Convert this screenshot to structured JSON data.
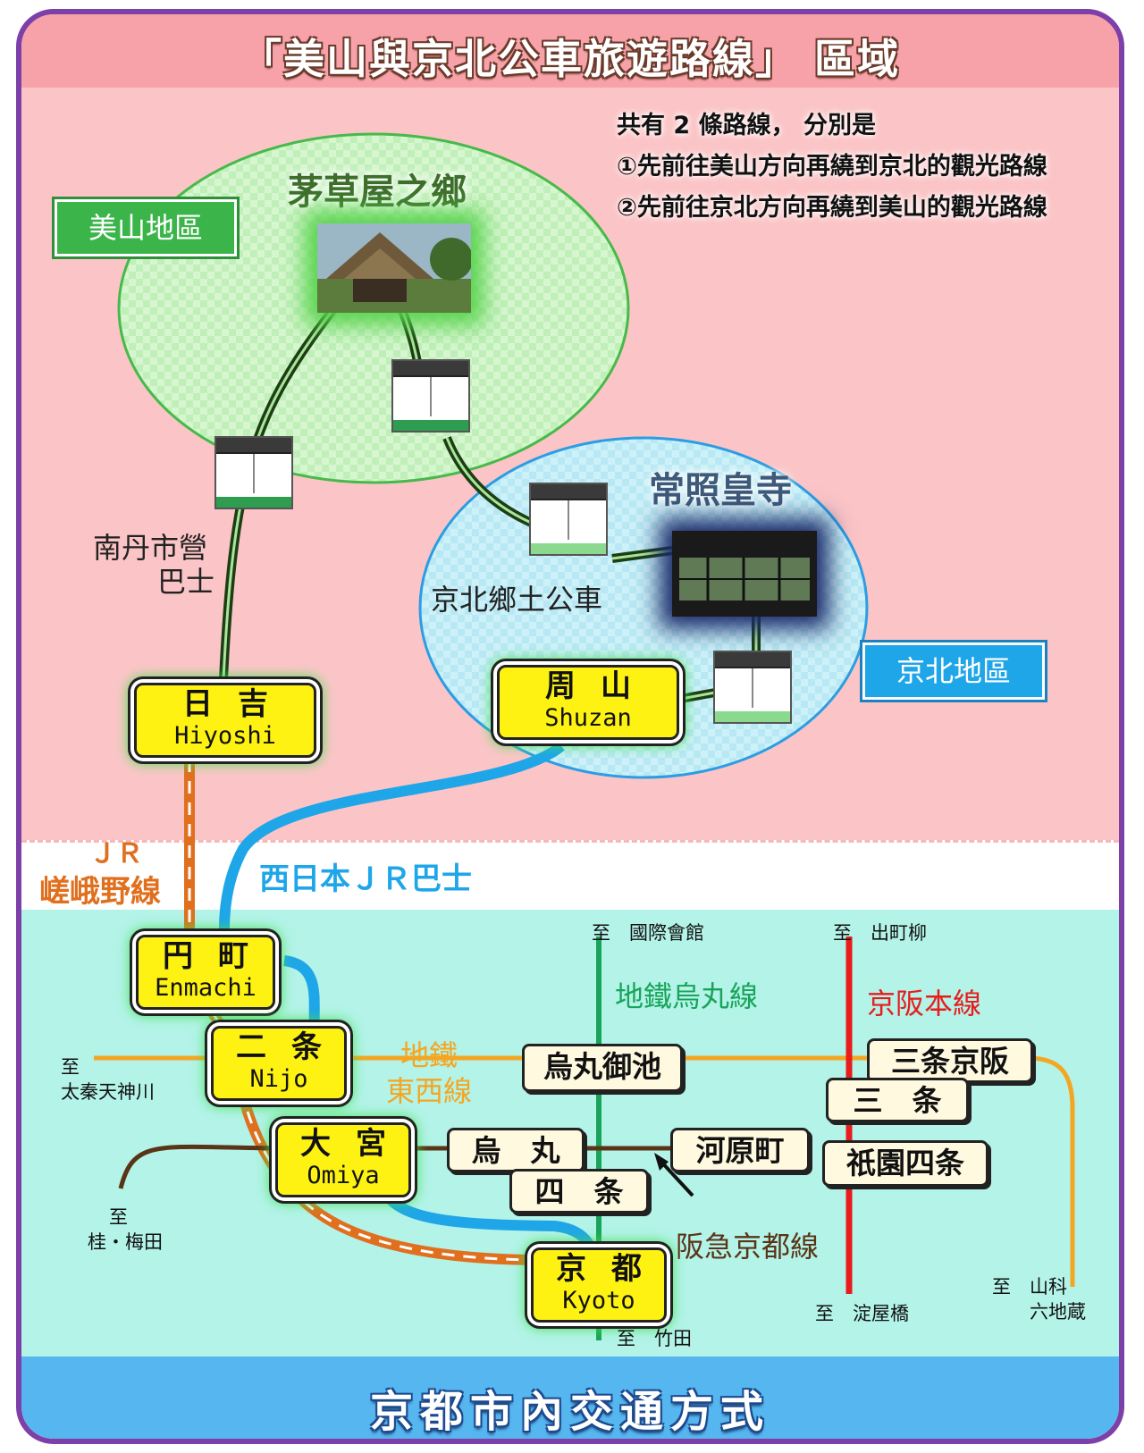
{
  "title": "「美山與京北公車旅遊路線」 區域",
  "footer": "京都市內交通方式",
  "info": {
    "line1": "共有 2 條路線， 分別是",
    "line2": "①先前往美山方向再繞到京北的觀光路線",
    "line3": "②先前往京北方向再繞到美山的觀光路線"
  },
  "regions": {
    "miyama": "美山地區",
    "keihoku": "京北地區"
  },
  "attractions": {
    "thatched": "茅草屋之鄉",
    "temple": "常照皇寺"
  },
  "bus_lines": {
    "nantan": "南丹市營",
    "nantan2": "巴士",
    "keihoku": "京北鄉土公車",
    "jr_bus": "西日本ＪＲ巴士",
    "jr_line1": "ＪＲ",
    "jr_line2": "嵯峨野線"
  },
  "stations": {
    "hiyoshi": {
      "jp": "日吉",
      "en": "Hiyoshi"
    },
    "shuzan": {
      "jp": "周山",
      "en": "Shuzan"
    },
    "enmachi": {
      "jp": "円町",
      "en": "Enmachi"
    },
    "nijo": {
      "jp": "二条",
      "en": "Nijo"
    },
    "omiya": {
      "jp": "大宮",
      "en": "Omiya"
    },
    "kyoto": {
      "jp": "京都",
      "en": "Kyoto"
    }
  },
  "stops": {
    "karasuma_oike": "烏丸御池",
    "karasuma": "烏　丸",
    "shijo": "四　条",
    "kawaramachi": "河原町",
    "sanjo_keihan": "三条京阪",
    "sanjo": "三　条",
    "gion_shijo": "祇園四条"
  },
  "lines": {
    "subway_tozai1": "地鐵",
    "subway_tozai2": "東西線",
    "subway_karasuma": "地鐵烏丸線",
    "keihan": "京阪本線",
    "hankyu": "阪急京都線"
  },
  "destinations": {
    "kokusai": "至　國際會館",
    "demachi": "至　出町柳",
    "uzumasa1": "至",
    "uzumasa2": "太秦天神川",
    "katsura1": "至",
    "katsura2": "桂・梅田",
    "takeda": "至　竹田",
    "yodoyabashi": "至　淀屋橋",
    "yamashina1": "至　山科",
    "yamashina2": "六地蔵"
  },
  "colors": {
    "subway_tozai": "#f4a623",
    "subway_karasuma": "#19a45a",
    "keihan": "#e81c1c",
    "hankyu": "#5a3416",
    "jr_line": "#e06f1e",
    "jr_bus": "#1fa6e8",
    "local_bus": "#1d3d14"
  }
}
